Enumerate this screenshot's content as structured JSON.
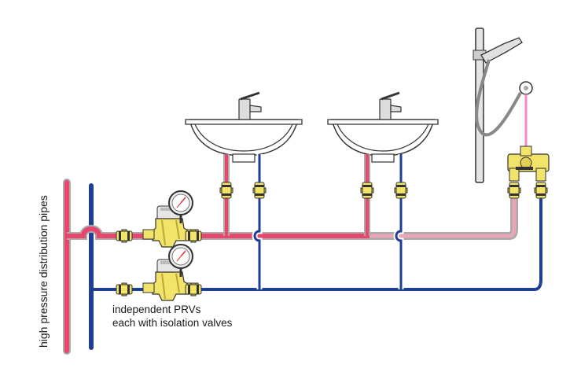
{
  "labels": {
    "vertical": "high pressure distribution pipes",
    "note_line1": "independent PRVs",
    "note_line2": "each with isolation valves"
  },
  "colors": {
    "hot": "#e8466c",
    "cold": "#1f3f96",
    "pipe_outline": "#aaaaaa",
    "fixture_outline": "#333333",
    "valve_body": "#f2e36a",
    "valve_shadow": "#b9a832",
    "shower_hose": "#999999",
    "shower_feed": "#f08ac8"
  },
  "icons": {
    "basin_1": "wash-basin-icon",
    "basin_2": "wash-basin-icon",
    "shower": "shower-rail-icon",
    "prv_hot": "pressure-reducing-valve-icon",
    "prv_cold": "pressure-reducing-valve-icon",
    "gauge": "pressure-gauge-icon",
    "isolation_valve": "isolation-valve-icon",
    "mixer": "thermostatic-mixer-icon"
  }
}
